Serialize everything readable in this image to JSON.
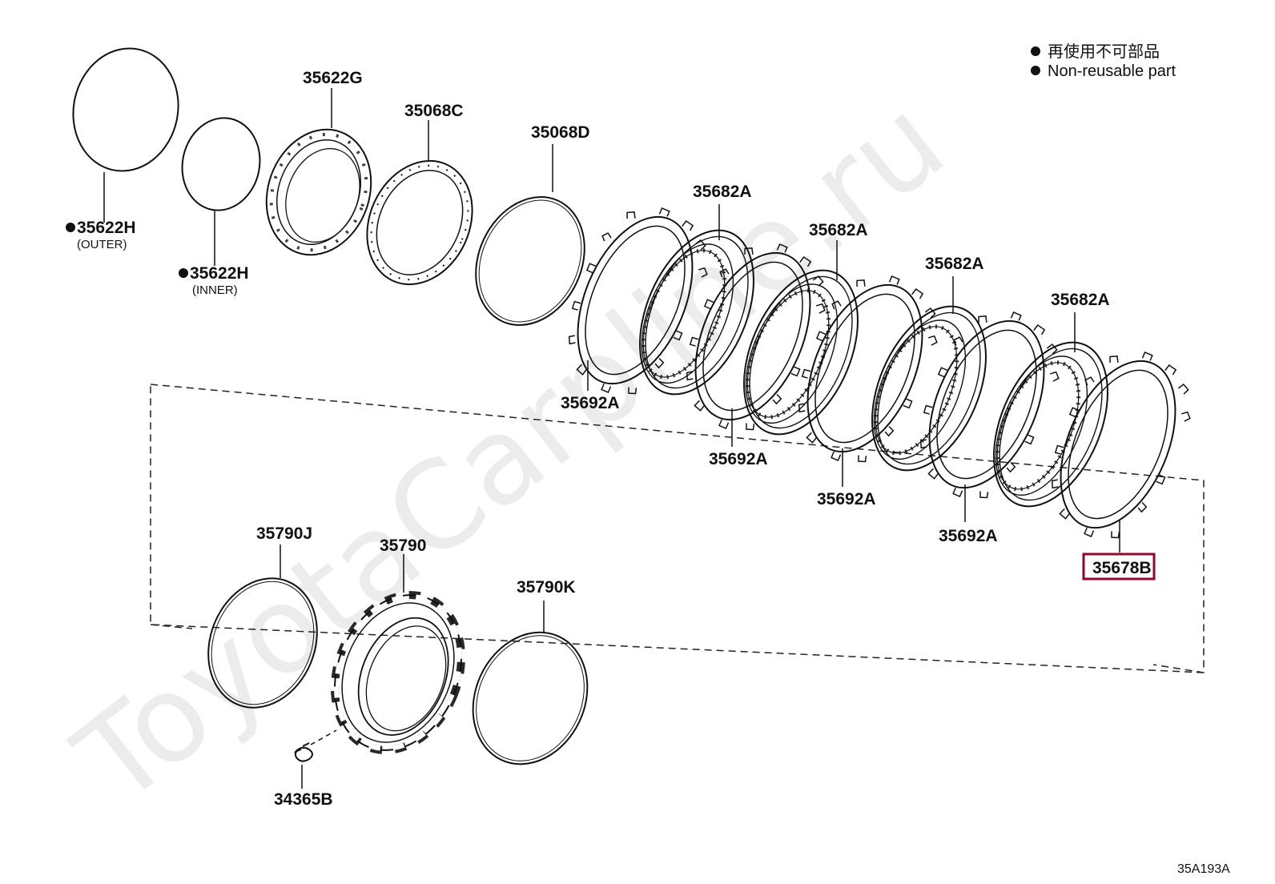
{
  "legend": {
    "jp": "再使用不可部品",
    "en": "Non-reusable part"
  },
  "watermark": "ToyotaCarpline.ru",
  "diagram_code": "35A193A",
  "highlight_color": "#8b0a2e",
  "labels": {
    "oring_outer": {
      "part": "35622H",
      "note": "(OUTER)"
    },
    "oring_inner": {
      "part": "35622H",
      "note": "(INNER)"
    },
    "piston": "35622G",
    "piston_2": "35068C",
    "snap_ring_d": "35068D",
    "plate_1": "35682A",
    "plate_2": "35682A",
    "plate_3": "35682A",
    "plate_4": "35682A",
    "disc_1": "35692A",
    "disc_2": "35692A",
    "disc_3": "35692A",
    "disc_4": "35692A",
    "flange": "35678B",
    "snap_ring_j": "35790J",
    "retainer": "35790",
    "snap_ring_k": "35790K",
    "spring": "34365B"
  }
}
